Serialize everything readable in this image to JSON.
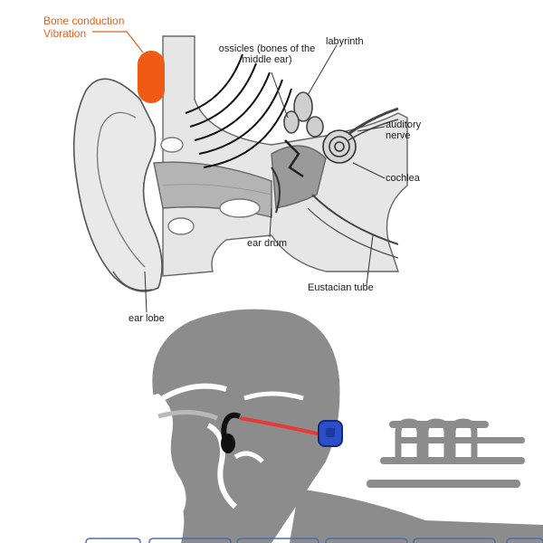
{
  "labels": {
    "bone_conduction_line1": "Bone conduction",
    "bone_conduction_line2": "Vibration",
    "ossicles_line1": "ossicles (bones of the",
    "ossicles_line2": "middle ear)",
    "labyrinth": "labyrinth",
    "auditory_line1": "auditory",
    "auditory_line2": "nerve",
    "cochlea": "cochlea",
    "ear_drum": "ear drum",
    "eustacian_tube": "Eustacian tube",
    "ear_lobe": "ear lobe"
  },
  "colors": {
    "accent_orange": "#f05a14",
    "label_orange": "#e8601c",
    "tissue_light": "#e6e6e6",
    "tissue_mid": "#b4b4b4",
    "tissue_dark": "#9a9a9a",
    "head_gray": "#8c8c8c",
    "headphone_red": "#e43a3a",
    "headphone_blue": "#2c4fc9"
  }
}
